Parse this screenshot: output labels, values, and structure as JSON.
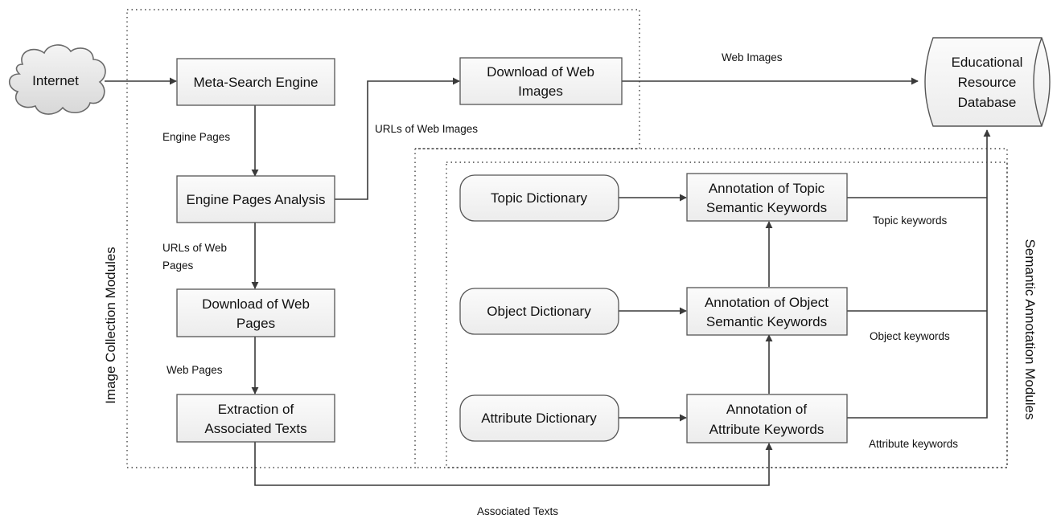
{
  "nodes": {
    "internet": "Internet",
    "meta_search_engine": "Meta-Search Engine",
    "engine_pages_analysis": "Engine Pages Analysis",
    "download_web_pages": [
      "Download of Web",
      "Pages"
    ],
    "extraction_associated_texts": [
      "Extraction of",
      "Associated Texts"
    ],
    "download_web_images": [
      "Download of Web",
      "Images"
    ],
    "educational_resource_database": [
      "Educational",
      "Resource",
      "Database"
    ],
    "topic_dictionary": "Topic Dictionary",
    "object_dictionary": "Object Dictionary",
    "attribute_dictionary": "Attribute Dictionary",
    "annotation_topic": [
      "Annotation of Topic",
      "Semantic  Keywords"
    ],
    "annotation_object": [
      "Annotation of Object",
      "Semantic  Keywords"
    ],
    "annotation_attribute": [
      "Annotation of",
      "Attribute Keywords"
    ]
  },
  "edges": {
    "engine_pages": "Engine Pages",
    "urls_web_pages": [
      "URLs of Web",
      "Pages"
    ],
    "web_pages": "Web Pages",
    "urls_web_images": "URLs of Web Images",
    "web_images": "Web Images",
    "topic_keywords": "Topic  keywords",
    "object_keywords": "Object  keywords",
    "attribute_keywords": "Attribute keywords",
    "associated_texts": "Associated Texts"
  },
  "modules": {
    "image_collection": "Image Collection Modules",
    "semantic_annotation": "Semantic Annotation Modules"
  }
}
